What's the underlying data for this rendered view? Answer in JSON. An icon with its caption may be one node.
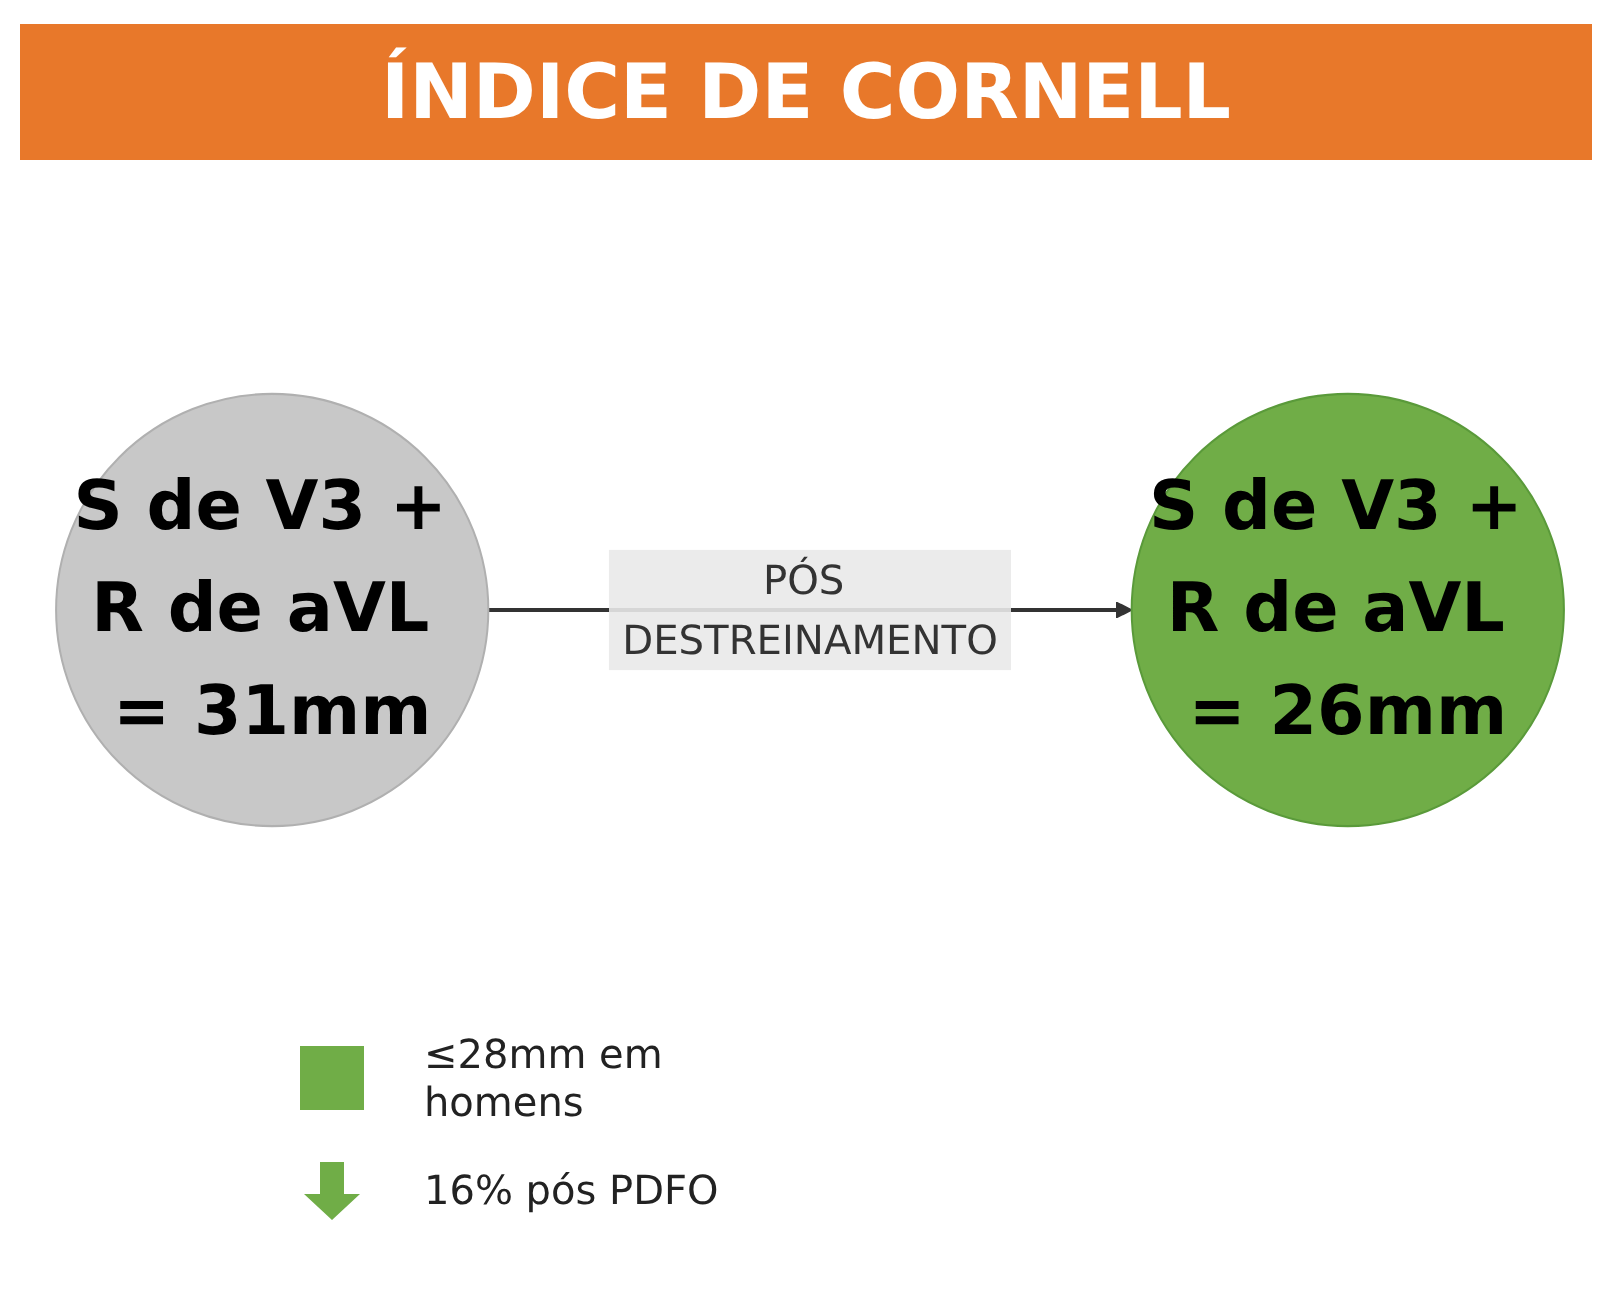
{
  "diagram": {
    "title": "ÍNDICE DE CORNELL",
    "nodes": [
      {
        "text": [
          "S de V3 + R de aVL = 31mm"
        ]
      },
      {
        "text": [
          "S de V3 + R de aVL = 26mm"
        ]
      }
    ],
    "edges": [
      {
        "from": 0,
        "to": 1,
        "arrow": "to",
        "label": "PÓS DESTREINAMENTO"
      }
    ],
    "legend": [
      {
        "text": "≤28mm em homens",
        "color": "#70ad47"
      },
      {
        "text": "16% pós PDFO"
      }
    ]
  }
}
